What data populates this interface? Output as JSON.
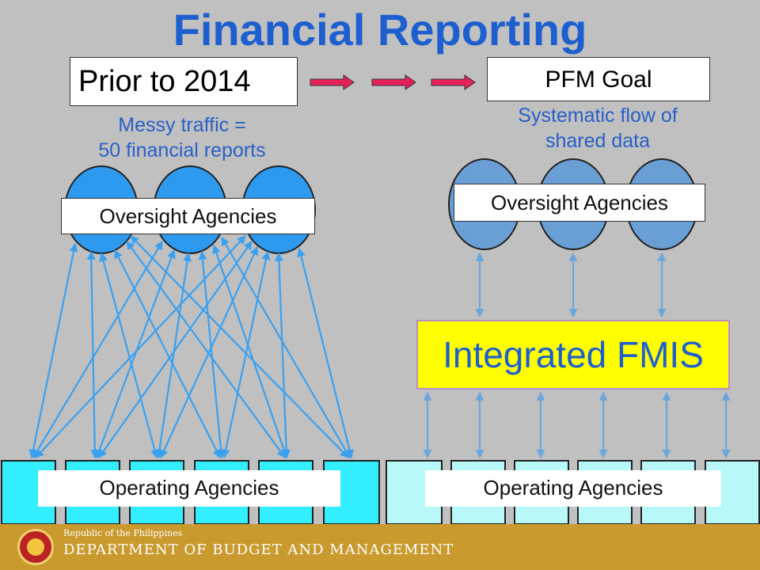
{
  "title": "Financial Reporting",
  "prior_label": "Prior to 2014",
  "goal_label": "PFM Goal",
  "messy_caption": [
    "Messy traffic =",
    "50 financial reports"
  ],
  "systematic_caption": [
    "Systematic flow of",
    "shared data"
  ],
  "left": {
    "oversight_label": "Oversight Agencies",
    "operating_label": "Operating Agencies",
    "oversight_color": "#2d9af0",
    "operating_color": "#33eeff",
    "arrow_color": "#3aa0f0"
  },
  "right": {
    "oversight_label": "Oversight Agencies",
    "hub_label": "Integrated FMIS",
    "operating_label": "Operating Agencies",
    "oversight_color": "#6a9fd6",
    "operating_color": "#b8f8f8",
    "hub_color": "#ffff00",
    "arrow_color": "#6aa6dc"
  },
  "transition_arrow_color": "#e8205a",
  "footer": {
    "republic": "Republic of the Philippines",
    "department": "DEPARTMENT OF BUDGET AND MANAGEMENT",
    "background": "#c99a2e"
  }
}
